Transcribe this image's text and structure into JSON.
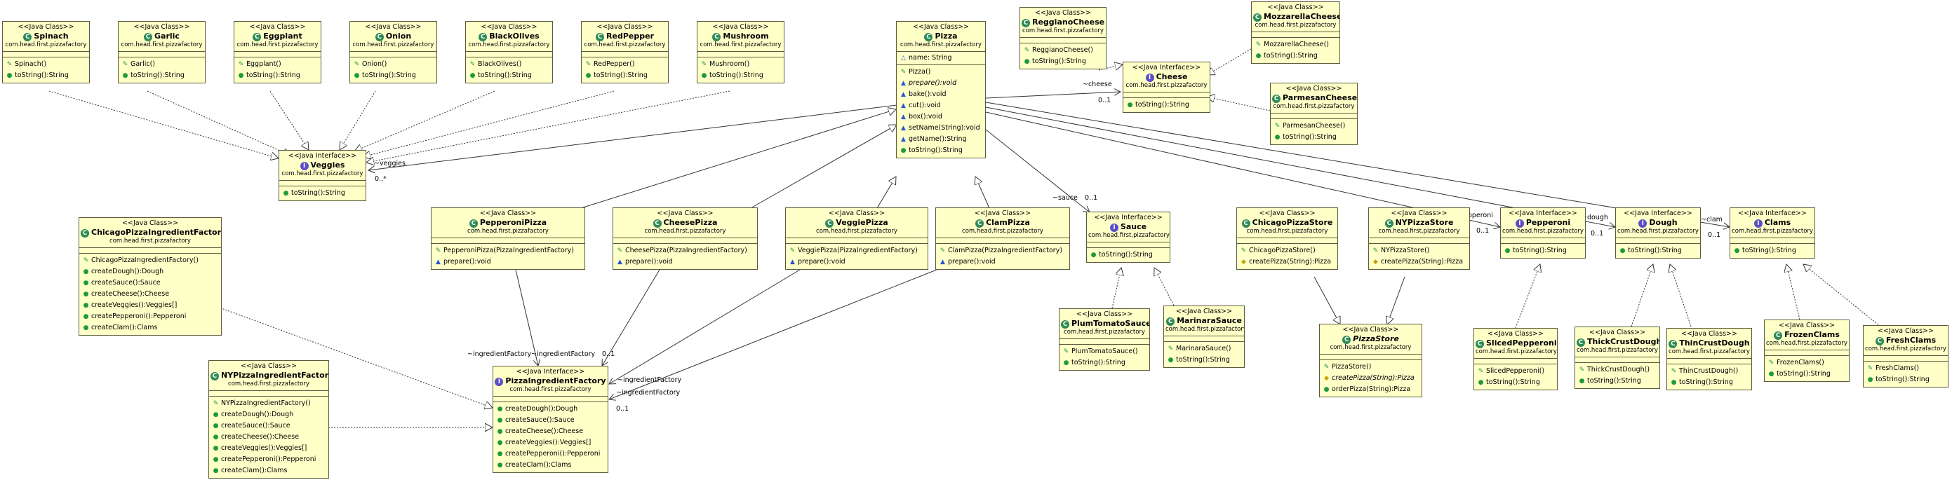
{
  "classes": {
    "spinach": {
      "stereotype": "<<Java Class>>",
      "name": "Spinach",
      "package": "com.head.first.pizzafactory",
      "kind": "class",
      "fields": [],
      "methods": [
        {
          "text": "Spinach()",
          "vis": "ctor"
        },
        {
          "text": "toString():String",
          "vis": "pub"
        }
      ]
    },
    "garlic": {
      "stereotype": "<<Java Class>>",
      "name": "Garlic",
      "package": "com.head.first.pizzafactory",
      "kind": "class",
      "fields": [],
      "methods": [
        {
          "text": "Garlic()",
          "vis": "ctor"
        },
        {
          "text": "toString():String",
          "vis": "pub"
        }
      ]
    },
    "eggplant": {
      "stereotype": "<<Java Class>>",
      "name": "Eggplant",
      "package": "com.head.first.pizzafactory",
      "kind": "class",
      "fields": [],
      "methods": [
        {
          "text": "Eggplant()",
          "vis": "ctor"
        },
        {
          "text": "toString():String",
          "vis": "pub"
        }
      ]
    },
    "onion": {
      "stereotype": "<<Java Class>>",
      "name": "Onion",
      "package": "com.head.first.pizzafactory",
      "kind": "class",
      "fields": [],
      "methods": [
        {
          "text": "Onion()",
          "vis": "ctor"
        },
        {
          "text": "toString():String",
          "vis": "pub"
        }
      ]
    },
    "blackolives": {
      "stereotype": "<<Java Class>>",
      "name": "BlackOlives",
      "package": "com.head.first.pizzafactory",
      "kind": "class",
      "fields": [],
      "methods": [
        {
          "text": "BlackOlives()",
          "vis": "ctor"
        },
        {
          "text": "toString():String",
          "vis": "pub"
        }
      ]
    },
    "redpepper": {
      "stereotype": "<<Java Class>>",
      "name": "RedPepper",
      "package": "com.head.first.pizzafactory",
      "kind": "class",
      "fields": [],
      "methods": [
        {
          "text": "RedPepper()",
          "vis": "ctor"
        },
        {
          "text": "toString():String",
          "vis": "pub"
        }
      ]
    },
    "mushroom": {
      "stereotype": "<<Java Class>>",
      "name": "Mushroom",
      "package": "com.head.first.pizzafactory",
      "kind": "class",
      "fields": [],
      "methods": [
        {
          "text": "Mushroom()",
          "vis": "ctor"
        },
        {
          "text": "toString():String",
          "vis": "pub"
        }
      ]
    },
    "veggies": {
      "stereotype": "<<Java Interface>>",
      "name": "Veggies",
      "package": "com.head.first.pizzafactory",
      "kind": "interface",
      "fields": [],
      "methods": [
        {
          "text": "toString():String",
          "vis": "pub"
        }
      ]
    },
    "pizza": {
      "stereotype": "<<Java Class>>",
      "name": "Pizza",
      "package": "com.head.first.pizzafactory",
      "kind": "class",
      "fields": [
        {
          "text": "name: String",
          "vis": "pkgfield"
        }
      ],
      "methods": [
        {
          "text": "Pizza()",
          "vis": "ctor"
        },
        {
          "text": "prepare():void",
          "vis": "pkg",
          "abstract": true
        },
        {
          "text": "bake():void",
          "vis": "pkg"
        },
        {
          "text": "cut():void",
          "vis": "pkg"
        },
        {
          "text": "box():void",
          "vis": "pkg"
        },
        {
          "text": "setName(String):void",
          "vis": "pkg"
        },
        {
          "text": "getName():String",
          "vis": "pkg"
        },
        {
          "text": "toString():String",
          "vis": "pub"
        }
      ]
    },
    "reggianocheese": {
      "stereotype": "<<Java Class>>",
      "name": "ReggianoCheese",
      "package": "com.head.first.pizzafactory",
      "kind": "class",
      "fields": [],
      "methods": [
        {
          "text": "ReggianoCheese()",
          "vis": "ctor"
        },
        {
          "text": "toString():String",
          "vis": "pub"
        }
      ]
    },
    "mozzarellacheese": {
      "stereotype": "<<Java Class>>",
      "name": "MozzarellaCheese",
      "package": "com.head.first.pizzafactory",
      "kind": "class",
      "fields": [],
      "methods": [
        {
          "text": "MozzarellaCheese()",
          "vis": "ctor"
        },
        {
          "text": "toString():String",
          "vis": "pub"
        }
      ]
    },
    "cheese": {
      "stereotype": "<<Java Interface>>",
      "name": "Cheese",
      "package": "com.head.first.pizzafactory",
      "kind": "interface",
      "fields": [],
      "methods": [
        {
          "text": "toString():String",
          "vis": "pub"
        }
      ]
    },
    "parmesancheese": {
      "stereotype": "<<Java Class>>",
      "name": "ParmesanCheese",
      "package": "com.head.first.pizzafactory",
      "kind": "class",
      "fields": [],
      "methods": [
        {
          "text": "ParmesanCheese()",
          "vis": "ctor"
        },
        {
          "text": "toString():String",
          "vis": "pub"
        }
      ]
    },
    "chicagopizzaingredientfactory": {
      "stereotype": "<<Java Class>>",
      "name": "ChicagoPizzaIngredientFactory",
      "package": "com.head.first.pizzafactory",
      "kind": "class",
      "fields": [],
      "methods": [
        {
          "text": "ChicagoPizzaIngredientFactory()",
          "vis": "ctor"
        },
        {
          "text": "createDough():Dough",
          "vis": "pub"
        },
        {
          "text": "createSauce():Sauce",
          "vis": "pub"
        },
        {
          "text": "createCheese():Cheese",
          "vis": "pub"
        },
        {
          "text": "createVeggies():Veggies[]",
          "vis": "pub"
        },
        {
          "text": "createPepperoni():Pepperoni",
          "vis": "pub"
        },
        {
          "text": "createClam():Clams",
          "vis": "pub"
        }
      ]
    },
    "pepperonipizza": {
      "stereotype": "<<Java Class>>",
      "name": "PepperoniPizza",
      "package": "com.head.first.pizzafactory",
      "kind": "class",
      "fields": [],
      "methods": [
        {
          "text": "PepperoniPizza(PizzaIngredientFactory)",
          "vis": "ctor"
        },
        {
          "text": "prepare():void",
          "vis": "pkg"
        }
      ]
    },
    "cheesepizza": {
      "stereotype": "<<Java Class>>",
      "name": "CheesePizza",
      "package": "com.head.first.pizzafactory",
      "kind": "class",
      "fields": [],
      "methods": [
        {
          "text": "CheesePizza(PizzaIngredientFactory)",
          "vis": "ctor"
        },
        {
          "text": "prepare():void",
          "vis": "pkg"
        }
      ]
    },
    "veggiepizza": {
      "stereotype": "<<Java Class>>",
      "name": "VeggiePizza",
      "package": "com.head.first.pizzafactory",
      "kind": "class",
      "fields": [],
      "methods": [
        {
          "text": "VeggiePizza(PizzaIngredientFactory)",
          "vis": "ctor"
        },
        {
          "text": "prepare():void",
          "vis": "pkg"
        }
      ]
    },
    "clampizza": {
      "stereotype": "<<Java Class>>",
      "name": "ClamPizza",
      "package": "com.head.first.pizzafactory",
      "kind": "class",
      "fields": [],
      "methods": [
        {
          "text": "ClamPizza(PizzaIngredientFactory)",
          "vis": "ctor"
        },
        {
          "text": "prepare():void",
          "vis": "pkg"
        }
      ]
    },
    "sauce": {
      "stereotype": "<<Java Interface>>",
      "name": "Sauce",
      "package": "com.head.first.pizzafactory",
      "kind": "interface",
      "fields": [],
      "methods": [
        {
          "text": "toString():String",
          "vis": "pub"
        }
      ]
    },
    "chicagopizzastore": {
      "stereotype": "<<Java Class>>",
      "name": "ChicagoPizzaStore",
      "package": "com.head.first.pizzafactory",
      "kind": "class",
      "fields": [],
      "methods": [
        {
          "text": "ChicagoPizzaStore()",
          "vis": "ctor"
        },
        {
          "text": "createPizza(String):Pizza",
          "vis": "prot"
        }
      ]
    },
    "nypizzastore": {
      "stereotype": "<<Java Class>>",
      "name": "NYPizzaStore",
      "package": "com.head.first.pizzafactory",
      "kind": "class",
      "fields": [],
      "methods": [
        {
          "text": "NYPizzaStore()",
          "vis": "ctor"
        },
        {
          "text": "createPizza(String):Pizza",
          "vis": "prot"
        }
      ]
    },
    "pepperoni": {
      "stereotype": "<<Java Interface>>",
      "name": "Pepperoni",
      "package": "com.head.first.pizzafactory",
      "kind": "interface",
      "fields": [],
      "methods": [
        {
          "text": "toString():String",
          "vis": "pub"
        }
      ]
    },
    "dough": {
      "stereotype": "<<Java Interface>>",
      "name": "Dough",
      "package": "com.head.first.pizzafactory",
      "kind": "interface",
      "fields": [],
      "methods": [
        {
          "text": "toString():String",
          "vis": "pub"
        }
      ]
    },
    "clams": {
      "stereotype": "<<Java Interface>>",
      "name": "Clams",
      "package": "com.head.first.pizzafactory",
      "kind": "interface",
      "fields": [],
      "methods": [
        {
          "text": "toString():String",
          "vis": "pub"
        }
      ]
    },
    "plumtomatosauce": {
      "stereotype": "<<Java Class>>",
      "name": "PlumTomatoSauce",
      "package": "com.head.first.pizzafactory",
      "kind": "class",
      "fields": [],
      "methods": [
        {
          "text": "PlumTomatoSauce()",
          "vis": "ctor"
        },
        {
          "text": "toString():String",
          "vis": "pub"
        }
      ]
    },
    "marinarasauce": {
      "stereotype": "<<Java Class>>",
      "name": "MarinaraSauce",
      "package": "com.head.first.pizzafactory",
      "kind": "class",
      "fields": [],
      "methods": [
        {
          "text": "MarinaraSauce()",
          "vis": "ctor"
        },
        {
          "text": "toString():String",
          "vis": "pub"
        }
      ]
    },
    "pizzastore": {
      "stereotype": "<<Java Class>>",
      "name": "PizzaStore",
      "package": "com.head.first.pizzafactory",
      "kind": "abstract",
      "fields": [],
      "methods": [
        {
          "text": "PizzaStore()",
          "vis": "ctor"
        },
        {
          "text": "createPizza(String):Pizza",
          "vis": "prot",
          "abstract": true
        },
        {
          "text": "orderPizza(String):Pizza",
          "vis": "pub"
        }
      ]
    },
    "slicedpepperoni": {
      "stereotype": "<<Java Class>>",
      "name": "SlicedPepperoni",
      "package": "com.head.first.pizzafactory",
      "kind": "class",
      "fields": [],
      "methods": [
        {
          "text": "SlicedPepperoni()",
          "vis": "ctor"
        },
        {
          "text": "toString():String",
          "vis": "pub"
        }
      ]
    },
    "thickcrustdough": {
      "stereotype": "<<Java Class>>",
      "name": "ThickCrustDough",
      "package": "com.head.first.pizzafactory",
      "kind": "class",
      "fields": [],
      "methods": [
        {
          "text": "ThickCrustDough()",
          "vis": "ctor"
        },
        {
          "text": "toString():String",
          "vis": "pub"
        }
      ]
    },
    "thincrustdough": {
      "stereotype": "<<Java Class>>",
      "name": "ThinCrustDough",
      "package": "com.head.first.pizzafactory",
      "kind": "class",
      "fields": [],
      "methods": [
        {
          "text": "ThinCrustDough()",
          "vis": "ctor"
        },
        {
          "text": "toString():String",
          "vis": "pub"
        }
      ]
    },
    "frozenclams": {
      "stereotype": "<<Java Class>>",
      "name": "FrozenClams",
      "package": "com.head.first.pizzafactory",
      "kind": "class",
      "fields": [],
      "methods": [
        {
          "text": "FrozenClams()",
          "vis": "ctor"
        },
        {
          "text": "toString():String",
          "vis": "pub"
        }
      ]
    },
    "freshclams": {
      "stereotype": "<<Java Class>>",
      "name": "FreshClams",
      "package": "com.head.first.pizzafactory",
      "kind": "class",
      "fields": [],
      "methods": [
        {
          "text": "FreshClams()",
          "vis": "ctor"
        },
        {
          "text": "toString():String",
          "vis": "pub"
        }
      ]
    },
    "pizzaingredientfactory": {
      "stereotype": "<<Java Interface>>",
      "name": "PizzaIngredientFactory",
      "package": "com.head.first.pizzafactory",
      "kind": "interface",
      "fields": [],
      "methods": [
        {
          "text": "createDough():Dough",
          "vis": "pub"
        },
        {
          "text": "createSauce():Sauce",
          "vis": "pub"
        },
        {
          "text": "createCheese():Cheese",
          "vis": "pub"
        },
        {
          "text": "createVeggies():Veggies[]",
          "vis": "pub"
        },
        {
          "text": "createPepperoni():Pepperoni",
          "vis": "pub"
        },
        {
          "text": "createClam():Clams",
          "vis": "pub"
        }
      ]
    },
    "nypizzaingredientfactory": {
      "stereotype": "<<Java Class>>",
      "name": "NYPizzaIngredientFactory",
      "package": "com.head.first.pizzafactory",
      "kind": "class",
      "fields": [],
      "methods": [
        {
          "text": "NYPizzaIngredientFactory()",
          "vis": "ctor"
        },
        {
          "text": "createDough():Dough",
          "vis": "pub"
        },
        {
          "text": "createSauce():Sauce",
          "vis": "pub"
        },
        {
          "text": "createCheese():Cheese",
          "vis": "pub"
        },
        {
          "text": "createVeggies():Veggies[]",
          "vis": "pub"
        },
        {
          "text": "createPepperoni():Pepperoni",
          "vis": "pub"
        },
        {
          "text": "createClam():Clams",
          "vis": "pub"
        }
      ]
    }
  },
  "edge_labels": {
    "veggies": "~veggies",
    "veggies_mult": "0..*",
    "cheese": "~cheese",
    "cheese_mult": "0..1",
    "sauce": "~sauce",
    "sauce_mult": "0..1",
    "pepperoni": "~pepperoni",
    "pepperoni_mult": "0..1",
    "dough": "~dough",
    "dough_mult": "0..1",
    "clam": "~clam",
    "clam_mult": "0..1",
    "ingredient_factory": "~ingredientFactory",
    "ingredient_factory_mult": "0..1"
  },
  "colors": {
    "class_fill": "#ffffc8",
    "border": "#5c5c3a",
    "class_icon": "#2e8b57",
    "interface_icon": "#5b4fc8"
  }
}
